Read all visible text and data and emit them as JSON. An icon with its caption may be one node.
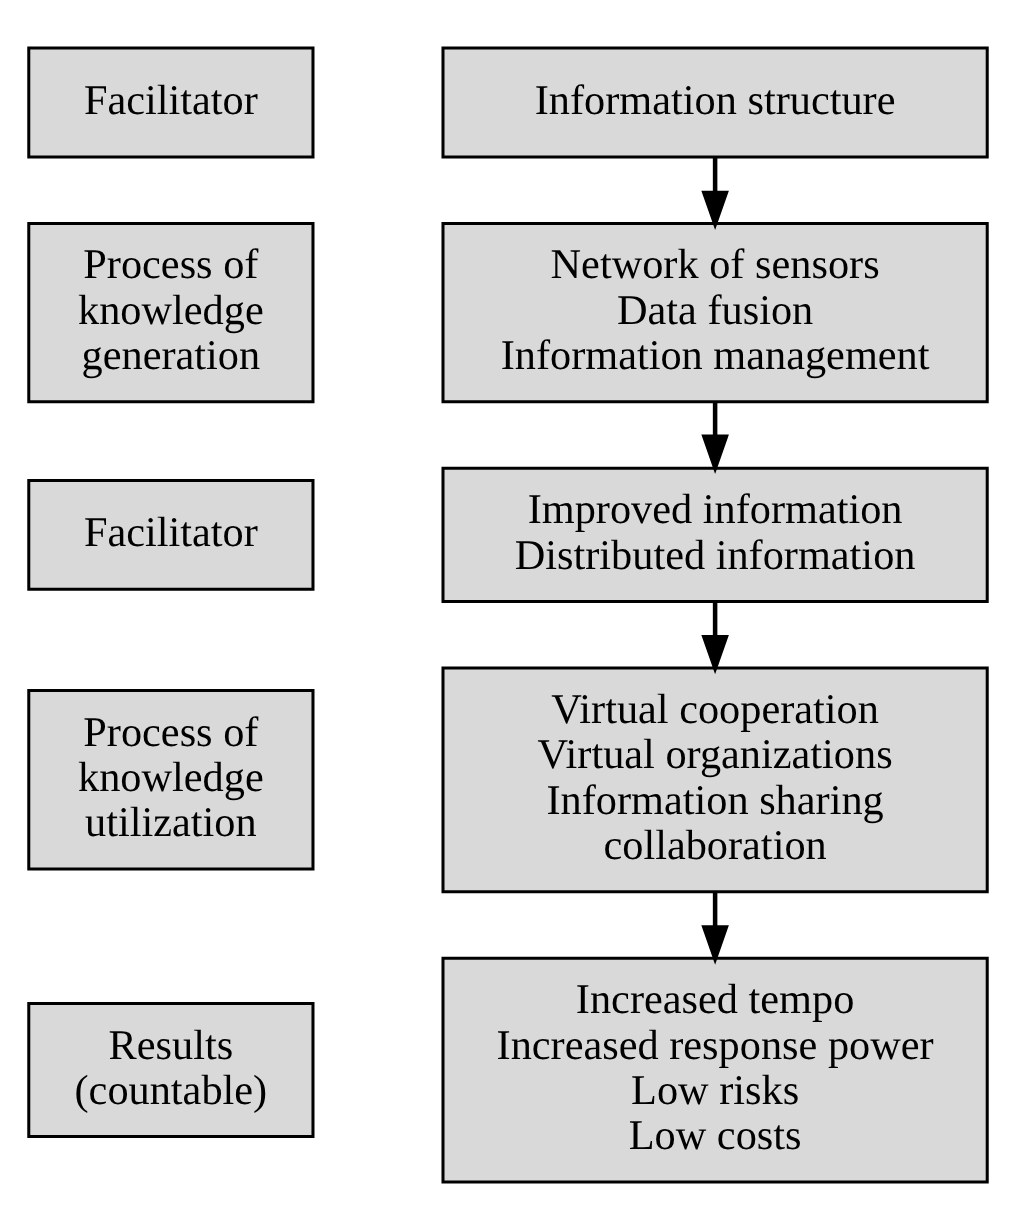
{
  "diagram": {
    "nodes": [
      {
        "text": [
          "Facilitator"
        ]
      },
      {
        "text": [
          "Information structure"
        ]
      },
      {
        "text": [
          "Process of knowledge generation"
        ]
      },
      {
        "text": [
          "Network of sensors",
          "Data fusion",
          "Information management"
        ]
      },
      {
        "text": [
          "Facilitator"
        ]
      },
      {
        "text": [
          "Improved information",
          "Distributed information"
        ]
      },
      {
        "text": [
          "Process of knowledge utilization"
        ]
      },
      {
        "text": [
          "Virtual cooperation",
          "Virtual organizations",
          "Information sharing",
          "collaboration"
        ]
      },
      {
        "text": [
          "Results (countable)"
        ]
      },
      {
        "text": [
          "Increased tempo",
          "Increased response power",
          "Low risks",
          "Low costs"
        ]
      }
    ],
    "edges": [
      {
        "from": 1,
        "to": 3,
        "arrow": "to"
      },
      {
        "from": 3,
        "to": 5,
        "arrow": "to"
      },
      {
        "from": 5,
        "to": 7,
        "arrow": "to"
      },
      {
        "from": 7,
        "to": 9,
        "arrow": "to"
      }
    ]
  }
}
